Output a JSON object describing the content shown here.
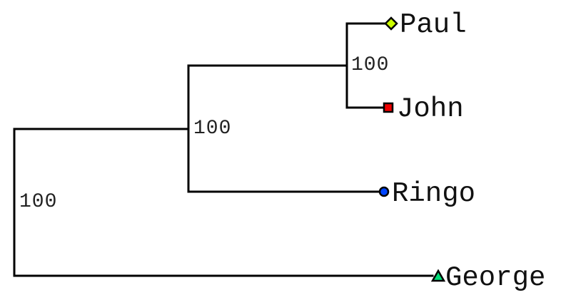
{
  "diagram": {
    "type": "phylogenetic-tree",
    "leaves": [
      {
        "id": "paul",
        "label": "Paul",
        "marker": "diamond",
        "color": "#ccff00"
      },
      {
        "id": "john",
        "label": "John",
        "marker": "square",
        "color": "#ee0000"
      },
      {
        "id": "ringo",
        "label": "Ringo",
        "marker": "circle",
        "color": "#0044ff"
      },
      {
        "id": "george",
        "label": "George",
        "marker": "triangle",
        "color": "#00dd77"
      }
    ],
    "internal_nodes": [
      {
        "id": "paul-john",
        "children": [
          "paul",
          "john"
        ],
        "support": "100"
      },
      {
        "id": "paul-john-ringo",
        "children": [
          "paul-john",
          "ringo"
        ],
        "support": "100"
      },
      {
        "id": "root",
        "children": [
          "paul-john-ringo",
          "george"
        ],
        "support": "100"
      }
    ]
  }
}
